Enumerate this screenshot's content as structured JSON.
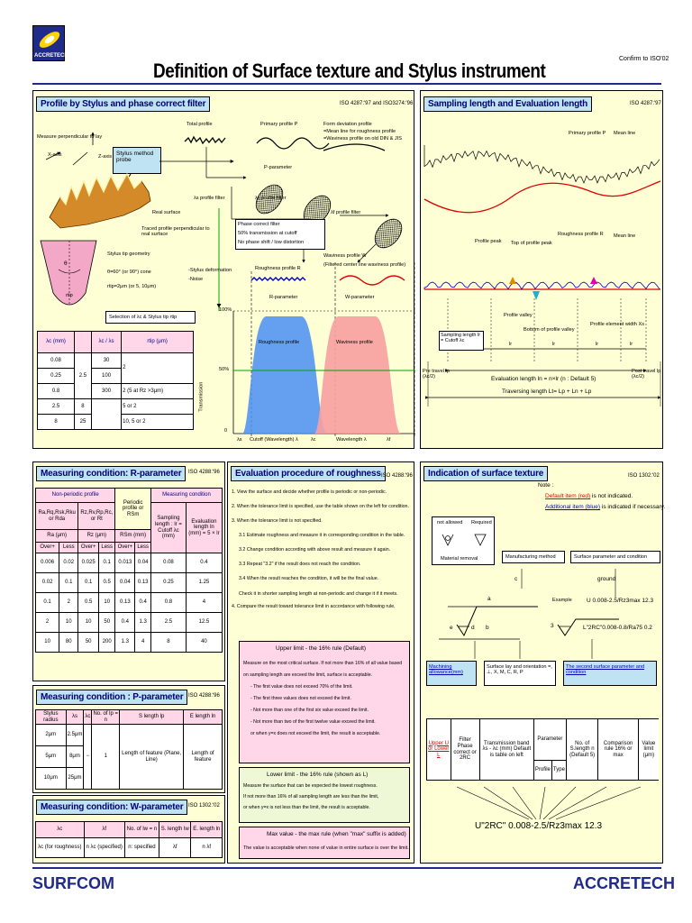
{
  "header": {
    "logo_text": "ACCRETECH",
    "title": "Definition of Surface texture and Stylus instrument",
    "confirm": "Confirm to  ISO'02"
  },
  "footer": {
    "left": "SURFCOM",
    "right": "ACCRETECH"
  },
  "p1": {
    "title": "Profile by Stylus and phase correct filter",
    "iso": "ISO 4287:'97 and ISO3274:'96",
    "measure_perp": "Measure perpendicular to lay",
    "x_axis": "X-axis",
    "z_axis": "Z-axis",
    "stylus_method": "Stylus method probe",
    "real_surface": "Real surface",
    "traced_profile": "Traced profile perpendicular to real surface",
    "stylus_tip": "Stylus tip geometry",
    "cone": "θ=60° (or 90°) cone",
    "tip_r": "rtip=2μm (or 5, 10μm)",
    "theta": "θ",
    "rtip": "rtip",
    "total_profile": "Total profile",
    "primary_profile": "Primary profile   P",
    "p_parameter": "P-parameter",
    "form_dev": "Form deviation profile",
    "form_dev_1": "=Mean line for roughness profile",
    "form_dev_2": "=Waviness profile on old DIN & JIS",
    "ls_filter": "λs profile filter",
    "lc_filter": "λc profile filter",
    "lf_filter": "λf profile filter",
    "phase_1": "Phase correct filter",
    "phase_2": "50% transmission at cutoff",
    "phase_3": "No phase shift / low distortion",
    "stylus_deform": "-Stylus deformation",
    "noise": "-Noise",
    "roughness_profile": "Roughness profile   R",
    "r_parameter": "R-parameter",
    "waviness_profile": "Waviness profile   W",
    "waviness_sub": "(Filtered center line waviness profile)",
    "w_parameter": "W-parameter",
    "sel_title": "Selection of λc & Stylus tip rtip",
    "sel_head": [
      "λc (mm)",
      "λc / λs",
      "rtip (μm)"
    ],
    "sel_rows": [
      [
        "0.08",
        "",
        "30",
        ""
      ],
      [
        "0.25",
        "2.5",
        "100",
        "2"
      ],
      [
        "0.8",
        "",
        "300",
        "2 (5 at Rz >3μm)"
      ],
      [
        "2.5",
        "8",
        "",
        "5 or 2"
      ],
      [
        "8",
        "25",
        "",
        "10, 5 or 2"
      ]
    ],
    "chart_y100": "100%",
    "chart_y50": "50%",
    "chart_y0": "0",
    "chart_ylabel": "Transmission",
    "roughness_band": "Roughness profile",
    "waviness_band": "Waviness profile",
    "ls": "λs",
    "cutoff": "Cutoff (Wavelength) λ",
    "lc": "λc",
    "wavelength": "Wavelength  λ",
    "lf": "λf"
  },
  "p2": {
    "title": "Sampling length and Evaluation length",
    "iso": "ISO 4287:'97",
    "primary": "Primary profile P",
    "mean_line": "Mean line",
    "roughness": "Roughness profile R",
    "mean_line2": "Mean line",
    "profile_peak": "Profile peak",
    "top_peak": "Top of profile peak",
    "profile_valley": "Profile valley",
    "bottom_valley": "Bottom of profile valley",
    "element_width": "Profile element width Xs",
    "sampling": "Sampling length lr = Cutoff λc",
    "lr": "lr",
    "evaluation": "Evaluation length  ln = n×lr  (n : Default 5)",
    "pre_travel": "Pre travel lp (λc/2)",
    "post_travel": "Post travel lp (λc/2)",
    "traversing": "Traversing length  Lt= Lp + Ln + Lp"
  },
  "p3": {
    "title": "Measuring condition: R-parameter",
    "iso": "ISO 4288:'96",
    "nonperiodic": "Non-periodic profile",
    "periodic": "Periodic profile or RSm",
    "meas_cond": "Measuring condition",
    "col_ra": "Ra,Rq,Rsk,Rku or Rda",
    "col_rz": "Rz,Rv,Rp,Rc, or Rt",
    "col_rsm": "Periodic profile or RSm",
    "col_sampling": "Sampling length : lr = Cutoff λc (mm)",
    "col_eval": "Evaluation length ln (mm) = 5 × lr",
    "ra": "Ra (μm)",
    "rz": "Rz (μm)",
    "rsm": "RSm (mm)",
    "over": "Over+",
    "less": "Less",
    "rows": [
      [
        "0.006",
        "0.02",
        "0.025",
        "0.1",
        "0.013",
        "0.04",
        "0.08",
        "0.4"
      ],
      [
        "0.02",
        "0.1",
        "0.1",
        "0.5",
        "0.04",
        "0.13",
        "0.25",
        "1.25"
      ],
      [
        "0.1",
        "2",
        "0.5",
        "10",
        "0.13",
        "0.4",
        "0.8",
        "4"
      ],
      [
        "2",
        "10",
        "10",
        "50",
        "0.4",
        "1.3",
        "2.5",
        "12.5"
      ],
      [
        "10",
        "80",
        "50",
        "200",
        "1.3",
        "4",
        "8",
        "40"
      ]
    ]
  },
  "p4": {
    "title": "Measuring condition : P-parameter",
    "iso": "ISO 4288:'96",
    "head": [
      "Stylus radius",
      "λs",
      "λc",
      "No. of lp = n",
      "S length lp",
      "E length ln"
    ],
    "rows": [
      [
        "2μm",
        "2.5μm"
      ],
      [
        "5μm",
        "8μm"
      ],
      [
        "10μm",
        "25μm"
      ]
    ],
    "dash": "−",
    "one": "1",
    "len_feature": "Length of feature (Plane, Line)",
    "len_feature2": "Length of feature"
  },
  "p5": {
    "title": "Measuring condition: W-parameter",
    "iso": "ISO 1302:'02",
    "head": [
      "λc",
      "λf",
      "No. of lw = n",
      "S. length lw",
      "E. length ln"
    ],
    "row": [
      "λc (for roughness)",
      "n λc (specified)",
      "n: specified",
      "λf",
      "n λf"
    ]
  },
  "p6": {
    "title": "Evaluation procedure of roughness",
    "iso": "ISO 4288:'96",
    "steps": [
      "1. View the surface and decide whether profile is periodic or non-periodic.",
      "2. When the tolerance limit is specified, use the table shown on the left for condition.",
      "3. When the tolerance limit is not specified.",
      "3.1 Estimate roughness and measure it in corresponding condition in the table.",
      "3.2 Change condition according with above result and measure it again.",
      "3.3 Repeat \"3.2\" if the result does not reach the condition.",
      "3.4 When the result reaches the condition, it will be the final value.",
      "Check it in shorter sampling length at non-periodic and change it if it meets.",
      "4. Compare the result toward tolerance limit in accordance with following rule,"
    ],
    "upper_title": "Upper limit - the 16% rule (Default)",
    "upper": [
      "Measure on the most critical surface. If not more than 16% of all value based",
      "on sampling length are exceed the limit, surface is acceptable.",
      "- The first value does not exceed 70% of the limit.",
      "- The first three values does not exceed the limit.",
      "- Not more than one of the first six value exceed the limit.",
      "- Not more than two of the first twelve value exceed the limit.",
      "or when y=x does not exceed the limit, the result is acceptable."
    ],
    "lower_title": "Lower limit - the 16% rule (shown as L)",
    "lower": [
      "Measure the surface that can be expected the lowest roughness.",
      "If not more than 16% of all sampling length are less than the limit,",
      "or when y=x is not less than the limit, the result is acceptable."
    ],
    "max_title": "Max value - the max rule (when \"max\" suffix is added)",
    "max": [
      "The value is acceptable when none of value in entire surface is over the limit."
    ]
  },
  "p7": {
    "title": "Indication of surface texture",
    "iso": "ISO 1302:'02",
    "note": "Note :",
    "default_rm": "Default item (red)",
    "default_rm2": " is not indicated.",
    "add_item": "Additional item (blue)",
    "add_item2": " is indicated if necessary.",
    "not_allowed": "not allowed",
    "required": "Required",
    "material_removal": "Material removal",
    "manufacturing": "Manufacturing method",
    "surface_param": "Surface parameter and condition",
    "c": "c",
    "ground": "ground",
    "a": "a",
    "example": "Example",
    "ex_value": "U 0.008-2.5/Rz3max   12.3",
    "e": "e",
    "d": "d",
    "b": "b",
    "three": "3",
    "ex2": "L\"2RC\"0.008-0.8/Ra75   0.2",
    "machining": "Machining allowance(mm)",
    "lay": "Surface lay and orientation =, ⊥, X, M, C, R, P",
    "second": "The second surface parameter and condition",
    "cols": [
      "Upper U or Lower L",
      "Filter Phase correct or 2RC",
      "Transmission band λs - λc (mm) Default is table on left",
      "Parameter",
      "No. of S.length n (Default 5)",
      "Comparison rule 16% or max",
      "Value limit (μm)"
    ],
    "sub_profile": "Profile",
    "sub_type": "Type",
    "final": "U\"2RC\" 0.008-2.5/Rz3max   12.3"
  }
}
